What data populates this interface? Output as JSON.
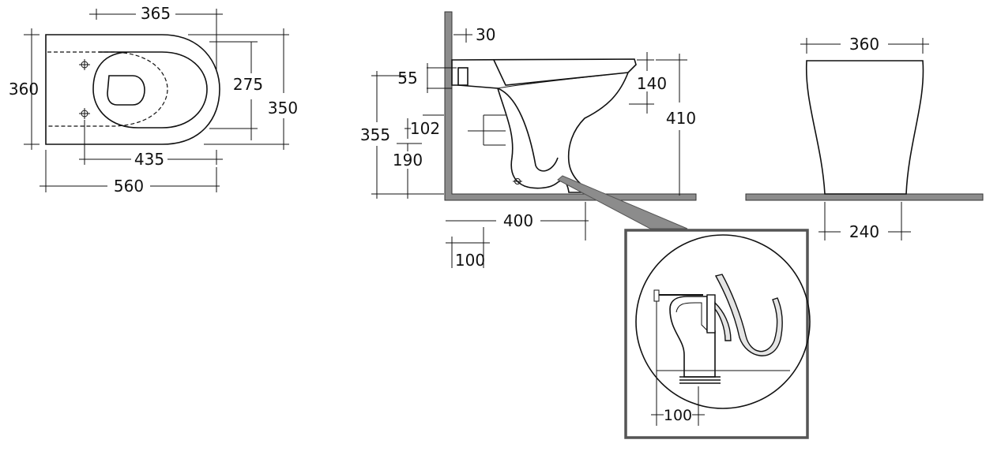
{
  "top_view": {
    "dim_length_total": "560",
    "dim_fixing_holes": "435",
    "dim_width": "360",
    "dim_bowl_length": "365",
    "dim_seat_depth": "275",
    "dim_overall_depth": "350"
  },
  "side_view": {
    "dim_wall_gap": "30",
    "dim_inlet_height": "55",
    "dim_rim_drop": "140",
    "dim_total_height": "410",
    "dim_outlet_centre": "355",
    "dim_outlet_dia": "102",
    "dim_outlet_height": "190",
    "dim_projection": "400",
    "dim_floor_offset": "100"
  },
  "front_view": {
    "dim_top_width": "360",
    "dim_base_width": "240"
  },
  "detail_view": {
    "dim_connector_offset": "100"
  },
  "colors": {
    "line": "#111111",
    "wall_fill": "#8c8c8c",
    "detail_frame": "#555555"
  }
}
